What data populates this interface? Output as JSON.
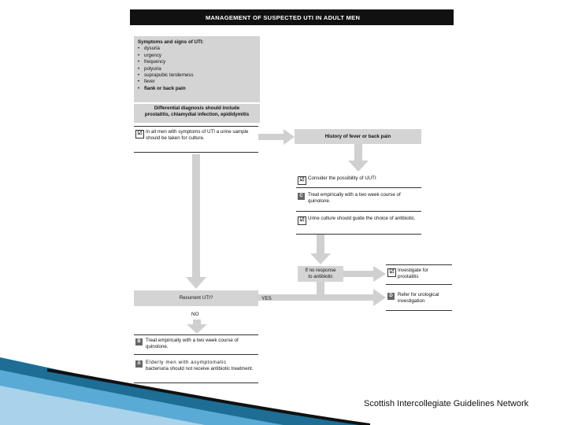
{
  "title": "MANAGEMENT OF SUSPECTED UTI IN ADULT MEN",
  "symptoms": {
    "heading": "Symptoms and signs of UTI:",
    "items": [
      "dysuria",
      "urgency",
      "frequency",
      "polyuria",
      "suprapubic tenderness",
      "fever",
      "flank or back pain"
    ]
  },
  "differential": {
    "line1": "Differential diagnosis should include",
    "line2": "prostatitis, chlamydial infection, epididymitis"
  },
  "urine_sample": {
    "badge": "☑",
    "text": "In all men with symptoms of UTI a urine sample should be taken for culture."
  },
  "fever_history": "History of fever or back pain",
  "uti_possibility": {
    "badge": "☑",
    "text": "Consider the possibility of UUTI"
  },
  "treat_quinolone": {
    "badge": "C",
    "text": "Treat empirically with a two week course of quinolone."
  },
  "urine_culture": {
    "badge": "☑",
    "text": "Urine culture should guide the choice of antibiotic."
  },
  "no_response": {
    "line1": "If no response",
    "line2": "to antibiotic"
  },
  "investigate": {
    "badge": "☑",
    "text": "Investigate for prostatitis"
  },
  "recurrent": "Recurrent UTI?",
  "yes_label": "YES",
  "no_label": "NO",
  "refer": {
    "badge": "D",
    "text": "Refer for urological investigation"
  },
  "treat_two_week": {
    "badge": "B",
    "text": "Treat empirically with a two week course of quinolone."
  },
  "elderly": {
    "badge": "A",
    "line1": "Elderly men with asymptomatic",
    "line2": "bacteriuria should not receive antibiotic treatment."
  },
  "footer": "Scottish Intercollegiate Guidelines Network"
}
